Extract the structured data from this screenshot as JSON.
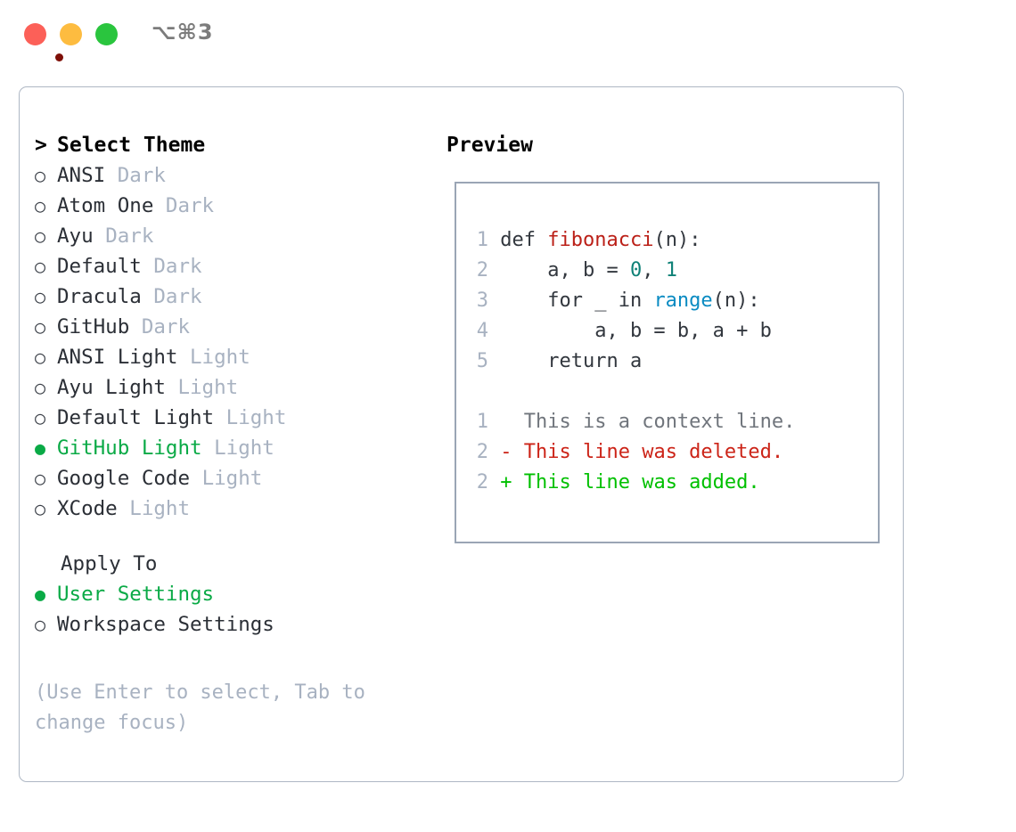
{
  "titlebar": {
    "shortcut": "⌥⌘3",
    "buttons": [
      {
        "name": "close",
        "color": "#fc6058"
      },
      {
        "name": "minimize",
        "color": "#fdbc40"
      },
      {
        "name": "maximize",
        "color": "#2ac53e"
      }
    ]
  },
  "colors": {
    "accent_green": "#0aaa46",
    "diff_add": "#00c000",
    "diff_del": "#cc2418",
    "muted": "#a8b2c1",
    "border": "#aeb7c4",
    "preview_border": "#9aa5b5",
    "fn_red": "#bb2018",
    "num_teal": "#0f8177",
    "call_blue": "#0a8bc2"
  },
  "left": {
    "heading": "Select Theme",
    "caret": ">",
    "bullet_hollow": "○",
    "bullet_filled": "●",
    "themes": [
      {
        "name": "ANSI",
        "tag": "Dark",
        "selected": false
      },
      {
        "name": "Atom One",
        "tag": "Dark",
        "selected": false
      },
      {
        "name": "Ayu",
        "tag": "Dark",
        "selected": false
      },
      {
        "name": "Default",
        "tag": "Dark",
        "selected": false
      },
      {
        "name": "Dracula",
        "tag": "Dark",
        "selected": false
      },
      {
        "name": "GitHub",
        "tag": "Dark",
        "selected": false
      },
      {
        "name": "ANSI Light",
        "tag": "Light",
        "selected": false
      },
      {
        "name": "Ayu Light",
        "tag": "Light",
        "selected": false
      },
      {
        "name": "Default Light",
        "tag": "Light",
        "selected": false
      },
      {
        "name": "GitHub Light",
        "tag": "Light",
        "selected": true
      },
      {
        "name": "Google Code",
        "tag": "Light",
        "selected": false
      },
      {
        "name": "XCode",
        "tag": "Light",
        "selected": false
      }
    ],
    "apply_to_heading": "Apply To",
    "apply_to": [
      {
        "name": "User Settings",
        "selected": true
      },
      {
        "name": "Workspace Settings",
        "selected": false
      }
    ],
    "hint": "(Use Enter to select, Tab to change focus)"
  },
  "right": {
    "preview_title": "Preview",
    "code_lines": [
      {
        "num": "1",
        "parts": [
          {
            "t": "def ",
            "c": "code-txt"
          },
          {
            "t": "fibonacci",
            "c": "tok-fn"
          },
          {
            "t": "(n):",
            "c": "code-txt"
          }
        ]
      },
      {
        "num": "2",
        "parts": [
          {
            "t": "    a, b = ",
            "c": "code-txt"
          },
          {
            "t": "0",
            "c": "tok-num"
          },
          {
            "t": ", ",
            "c": "code-txt"
          },
          {
            "t": "1",
            "c": "tok-num"
          }
        ]
      },
      {
        "num": "3",
        "parts": [
          {
            "t": "    for _ in ",
            "c": "code-txt"
          },
          {
            "t": "range",
            "c": "tok-call"
          },
          {
            "t": "(n):",
            "c": "code-txt"
          }
        ]
      },
      {
        "num": "4",
        "parts": [
          {
            "t": "        a, b = b, a + b",
            "c": "code-txt"
          }
        ]
      },
      {
        "num": "5",
        "parts": [
          {
            "t": "    return a",
            "c": "code-txt"
          }
        ]
      }
    ],
    "diff_lines": [
      {
        "num": "1",
        "marker": "  ",
        "text": "This is a context line.",
        "cls": "diff-ctx"
      },
      {
        "num": "2",
        "marker": "- ",
        "text": "This line was deleted.",
        "cls": "diff-del"
      },
      {
        "num": "2",
        "marker": "+ ",
        "text": "This line was added.",
        "cls": "diff-add"
      }
    ]
  }
}
